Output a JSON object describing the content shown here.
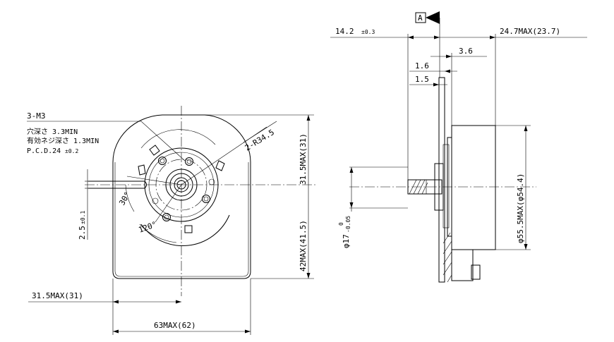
{
  "datum": {
    "label": "A"
  },
  "front_view": {
    "screw_note": {
      "line1": "3-M3",
      "line2": "穴深さ 3.3MIN",
      "line3": "有効ネジ深さ 1.3MIN",
      "line4_main": "P.C.D.24",
      "line4_tol": "±0.2"
    },
    "radius_label": "2-R34.5",
    "angle_30": "30°",
    "angle_120": "120°",
    "offset_main": "2.5",
    "offset_tol": "±0.1",
    "dim_upper_height": "31.5MAX(31)",
    "dim_total_height": "42MAX(41.5)",
    "dim_left_width": "31.5MAX(31)",
    "dim_total_width": "63MAX(62)"
  },
  "side_view": {
    "dim_front_main": "14.2",
    "dim_front_tol": "±0.3",
    "dim_rear": "24.7MAX(23.7)",
    "dim_3_6": "3.6",
    "dim_1_6": "1.6",
    "dim_1_5": "1.5",
    "dim_body_dia": "φ55.5MAX(φ54.4)",
    "dim_boss_dia_main": "φ17",
    "dim_boss_dia_upper_tol": "0",
    "dim_boss_dia_lower_tol": "-0.05"
  }
}
